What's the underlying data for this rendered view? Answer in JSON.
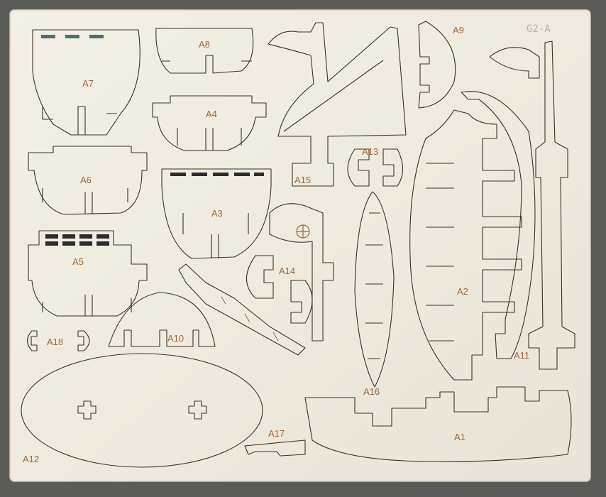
{
  "board": {
    "id_label": "G2-A",
    "colors": {
      "board": "#efece3",
      "background": "#5b5b57",
      "cut_line": "#3b3125",
      "engraving": "#9a6a3a"
    }
  },
  "parts": [
    {
      "id": "A1",
      "label": "A1"
    },
    {
      "id": "A2",
      "label": "A2"
    },
    {
      "id": "A3",
      "label": "A3"
    },
    {
      "id": "A4",
      "label": "A4"
    },
    {
      "id": "A5",
      "label": "A5"
    },
    {
      "id": "A6",
      "label": "A6"
    },
    {
      "id": "A7",
      "label": "A7"
    },
    {
      "id": "A8",
      "label": "A8"
    },
    {
      "id": "A9",
      "label": "A9"
    },
    {
      "id": "A10",
      "label": "A10"
    },
    {
      "id": "A11",
      "label": "A11"
    },
    {
      "id": "A12",
      "label": "A12"
    },
    {
      "id": "A13",
      "label": "A13"
    },
    {
      "id": "A14",
      "label": "A14"
    },
    {
      "id": "A15",
      "label": "A15"
    },
    {
      "id": "A16",
      "label": "A16"
    },
    {
      "id": "A17",
      "label": "A17"
    },
    {
      "id": "A18",
      "label": "A18"
    }
  ]
}
